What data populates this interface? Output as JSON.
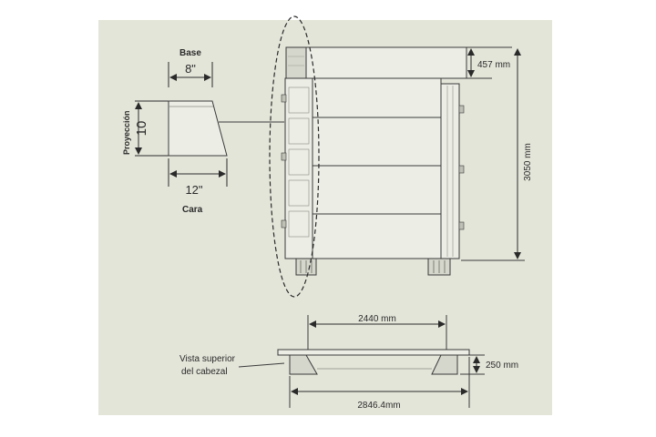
{
  "profile": {
    "base_label": "Base",
    "base_dim": "8\"",
    "projection_label": "Proyección",
    "projection_dim": "10",
    "face_dim": "12\"",
    "face_label": "Cara"
  },
  "elevation": {
    "header_height": "457 mm",
    "total_height": "3050 mm"
  },
  "top_view": {
    "caption_line1": "Vista superior",
    "caption_line2": "del cabezal",
    "inner_width": "2440 mm",
    "depth": "250 mm",
    "outer_width": "2846.4mm"
  },
  "colors": {
    "background": "#e4e5d9",
    "line": "#3a3a3a",
    "fill_light": "#eceee6",
    "fill_shade": "#d5d7cc"
  }
}
